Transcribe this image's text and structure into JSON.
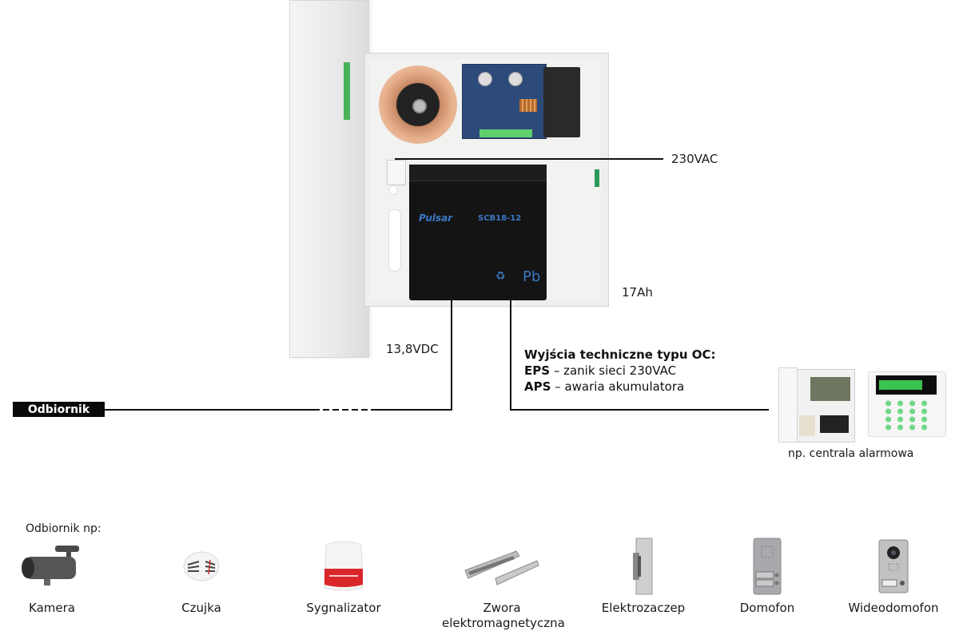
{
  "diagram": {
    "power_supply": {
      "battery_brand": "Pulsar",
      "battery_model": "SCB18-12",
      "battery_marking": "Pb",
      "input_label": "230VAC",
      "battery_capacity_label": "17Ah",
      "output_voltage_label": "13,8VDC"
    },
    "receiver_tag": "Odbiornik",
    "technical_outputs": {
      "title": "Wyjścia techniczne typu OC:",
      "lines": [
        {
          "key": "EPS",
          "sep": " – ",
          "desc": "zanik sieci 230VAC"
        },
        {
          "key": "APS",
          "sep": " – ",
          "desc": "awaria akumulatora"
        }
      ]
    },
    "alarm_panel_caption": "np. centrala alarmowa",
    "receivers": {
      "heading": "Odbiornik np:",
      "items": [
        {
          "label": "Kamera",
          "icon": "camera-icon"
        },
        {
          "label": "Czujka",
          "icon": "smoke-detector-icon"
        },
        {
          "label": "Sygnalizator",
          "icon": "siren-icon"
        },
        {
          "label": "Zwora elektromagnetyczna",
          "line1": "Zwora",
          "line2": "elektromagnetyczna",
          "icon": "magnetic-lock-icon"
        },
        {
          "label": "Elektrozaczep",
          "icon": "electric-strike-icon"
        },
        {
          "label": "Domofon",
          "icon": "intercom-icon"
        },
        {
          "label": "Wideodomofon",
          "icon": "video-intercom-icon"
        }
      ]
    },
    "colors": {
      "line": "#111111",
      "battery_text": "#3a78c4",
      "tag_bg": "#0a0a0a",
      "siren_red": "#d8262b"
    }
  }
}
